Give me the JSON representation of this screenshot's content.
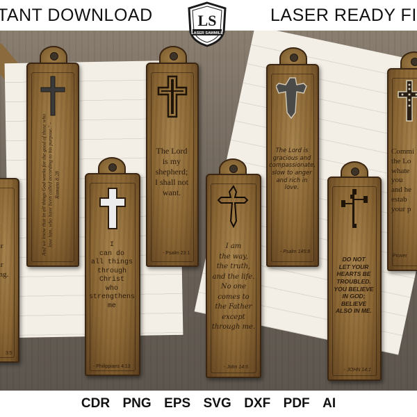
{
  "banner": {
    "left_text": "TANT DOWNLOAD",
    "right_text": "LASER  READY  FIL",
    "logo_letters": "LS",
    "logo_text": "LASER SAWMILL"
  },
  "formats": [
    "CDR",
    "PNG",
    "EPS",
    "SVG",
    "DXF",
    "PDF",
    "AI"
  ],
  "bookmarks": [
    {
      "verse": "ıst\nd\nour\nT\nour\nding.",
      "ref": "3:5"
    },
    {
      "verse": "And we know that in all things God works for the good of those who love him, who have been called according to his purpose.\" - Romans 8:28",
      "ref": ""
    },
    {
      "verse": "I\ncan do\nall things\nthrough\nChrist\nwho\nstrengthens\nme",
      "ref": "- Philippians 4:13"
    },
    {
      "verse": "The Lord\nis my\nshepherd;\nI shall not\nwant.",
      "ref": "- Psalm 23:1"
    },
    {
      "verse": "I am\nthe way,\nthe truth,\nand the life.\nNo one\ncomes to\nthe Father\nexcept\nthrough me.",
      "ref": "- John 14:6"
    },
    {
      "verse": "The Lord is\ngracious and\ncompassionate,\nslow to anger\nand rich in love.",
      "ref": "- Psalm 145:8"
    },
    {
      "verse": "DO NOT\nLET YOUR\nHEARTS BE\nTROUBLED.\nYOU BELIEVE\nIN GOD;\nBELIEVE\nALSO IN ME.",
      "ref": "- JOHN 14:1"
    },
    {
      "verse": "Commi\nthe Lo\nwhate\nyou\nand he\nestab\nyour p",
      "ref": "Prover"
    }
  ],
  "colors": {
    "wood": "#8a6634",
    "ink": "#2a1a0c",
    "table": "#6f665c",
    "paper": "#f3efe6"
  }
}
